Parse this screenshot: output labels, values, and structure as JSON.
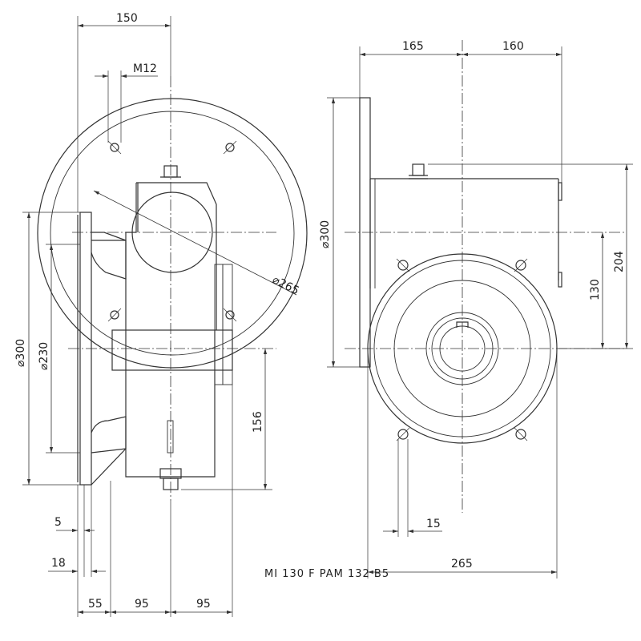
{
  "drawing": {
    "model_label": "MI 130 F PAM 132 B5",
    "left_view": {
      "dims": {
        "width_top": "150",
        "thread": "M12",
        "flange_pcd": "⌀265",
        "flange_outer": "⌀300",
        "spigot": "⌀230",
        "height_low": "156",
        "t5": "5",
        "t18": "18",
        "b55": "55",
        "b95a": "95",
        "b95b": "95"
      }
    },
    "right_view": {
      "dims": {
        "w165": "165",
        "w160": "160",
        "flange_outer": "⌀300",
        "h204": "204",
        "h130": "130",
        "b15": "15",
        "b265": "265"
      }
    }
  }
}
